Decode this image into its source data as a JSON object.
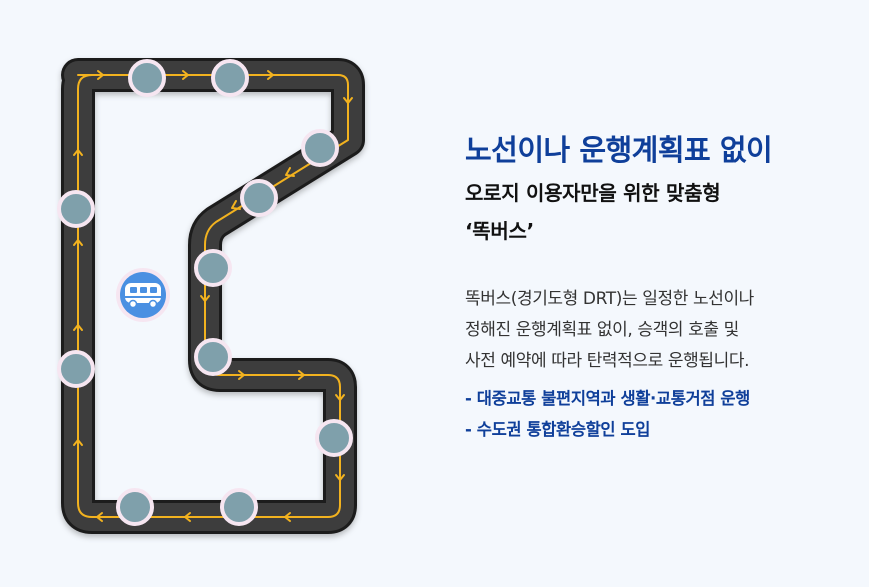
{
  "headline": "노선이나 운행계획표 없이",
  "subline_1": "오로지 이용자만을 위한 맞춤형",
  "subline_2": "‘똑버스’",
  "description_lines": [
    "똑버스(경기도형 DRT)는 일정한 노선이나",
    "정해진 운행계획표 없이, 승객의 호출 및",
    "사전 예약에 따라 탄력적으로 운행됩니다."
  ],
  "bullets": [
    "- 대중교통 불편지역과 생활·교통거점 운행",
    "- 수도권 통합환승할인 도입"
  ],
  "icons": {
    "bus": "bus-icon",
    "stop": "bus-stop-marker"
  },
  "colors": {
    "background": "#f4f8fd",
    "road": "#3a3a3a",
    "road_edge": "#1f1f1f",
    "lane_line": "#f2b21f",
    "stop_fill": "#7fa0ab",
    "stop_ring": "#f6e6f1",
    "bus_circle": "#4a90e2",
    "headline": "#0f3f9a",
    "bullet": "#0f3f9a",
    "body_text": "#333333"
  }
}
